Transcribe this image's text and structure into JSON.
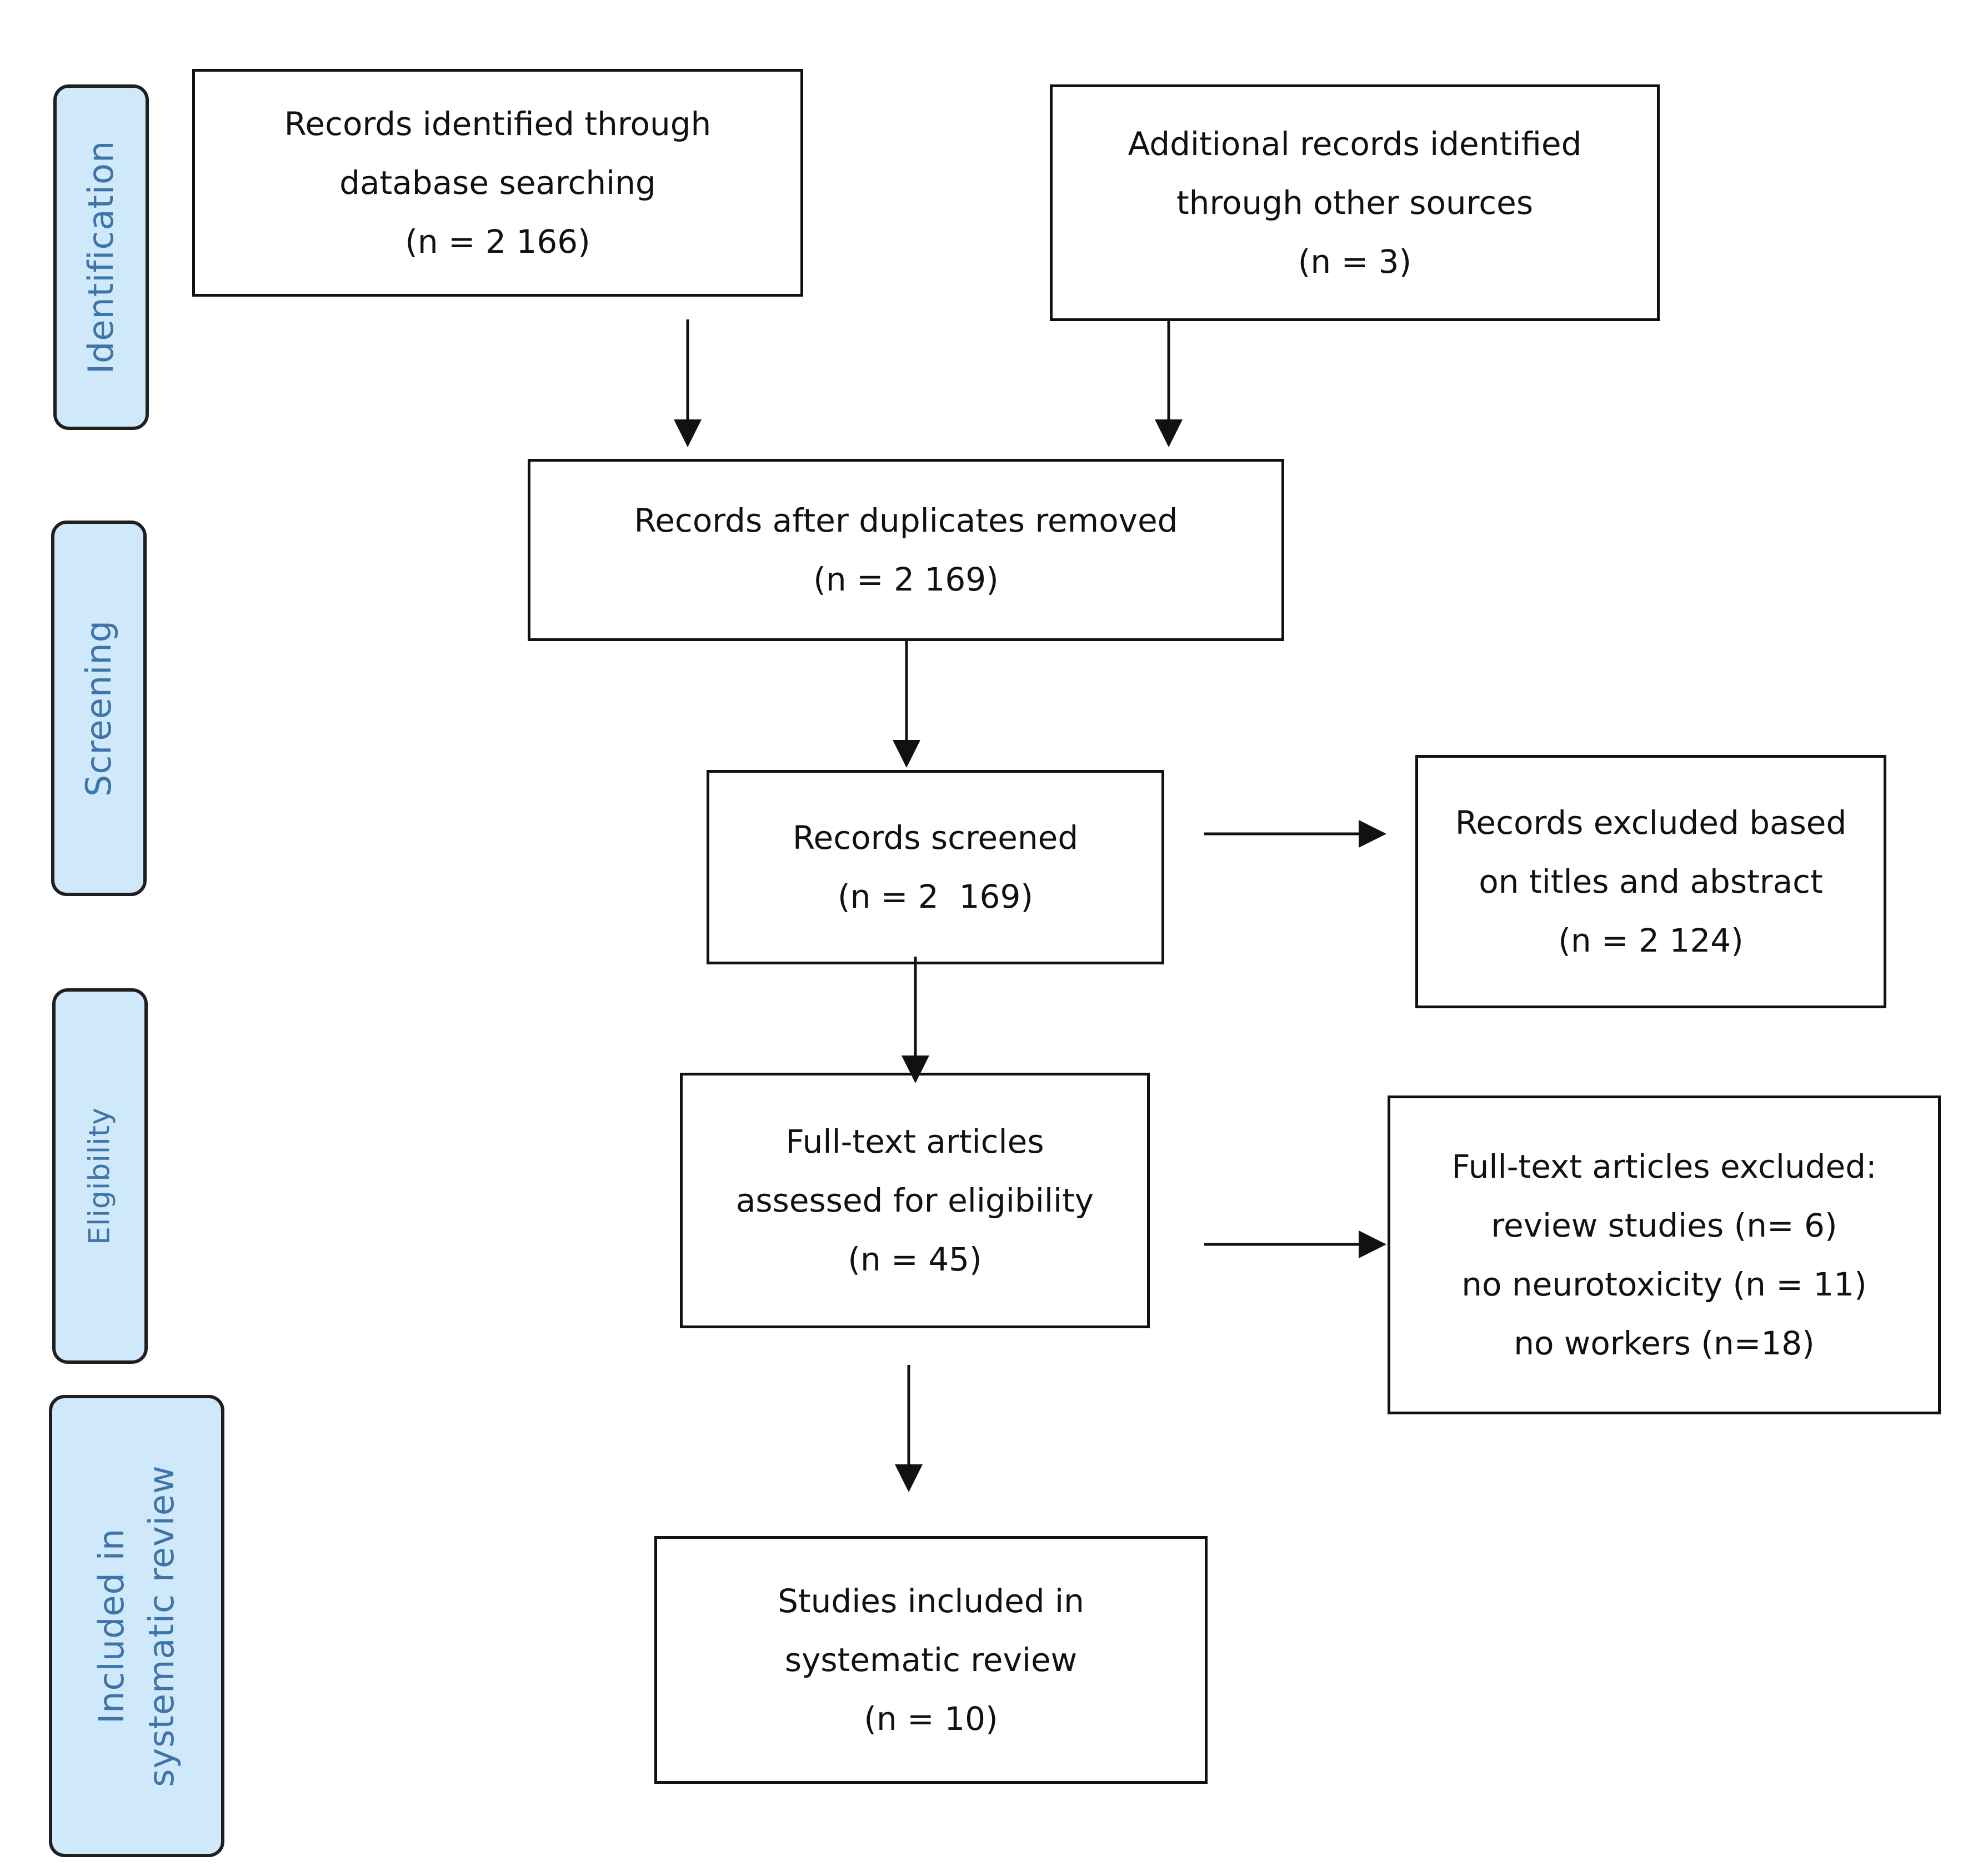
{
  "stages": {
    "identification": {
      "lines": [
        "Identification"
      ]
    },
    "screening": {
      "lines": [
        "Screening"
      ]
    },
    "eligibility": {
      "lines": [
        "Eligibility"
      ]
    },
    "included": {
      "lines": [
        "Included in",
        "systematic review"
      ]
    }
  },
  "boxes": {
    "database_records": {
      "lines": [
        "Records identified through",
        "database searching",
        "(n = 2 166)"
      ]
    },
    "other_records": {
      "lines": [
        "Additional records identified",
        "through other sources",
        "(n = 3)"
      ]
    },
    "after_duplicates": {
      "lines": [
        "Records after duplicates removed",
        "(n = 2 169)"
      ]
    },
    "screened": {
      "lines": [
        "Records screened",
        "(n = 2  169)"
      ]
    },
    "excluded_titles": {
      "lines": [
        "Records excluded based",
        "on titles and abstract",
        "(n = 2 124)"
      ]
    },
    "full_text_assessed": {
      "lines": [
        "Full-text articles",
        "assessed for eligibility",
        "(n = 45)"
      ]
    },
    "full_text_excluded": {
      "lines": [
        "Full-text articles excluded:",
        "review studies (n= 6)",
        "no neurotoxicity (n = 11)",
        "no workers (n=18)"
      ]
    },
    "included_studies": {
      "lines": [
        "Studies included in",
        "systematic review",
        "(n = 10)"
      ]
    }
  },
  "colors": {
    "stage_fill": "#cfe9fb",
    "stage_text": "#3f74a8",
    "box_border": "#111111",
    "arrow": "#111111"
  }
}
